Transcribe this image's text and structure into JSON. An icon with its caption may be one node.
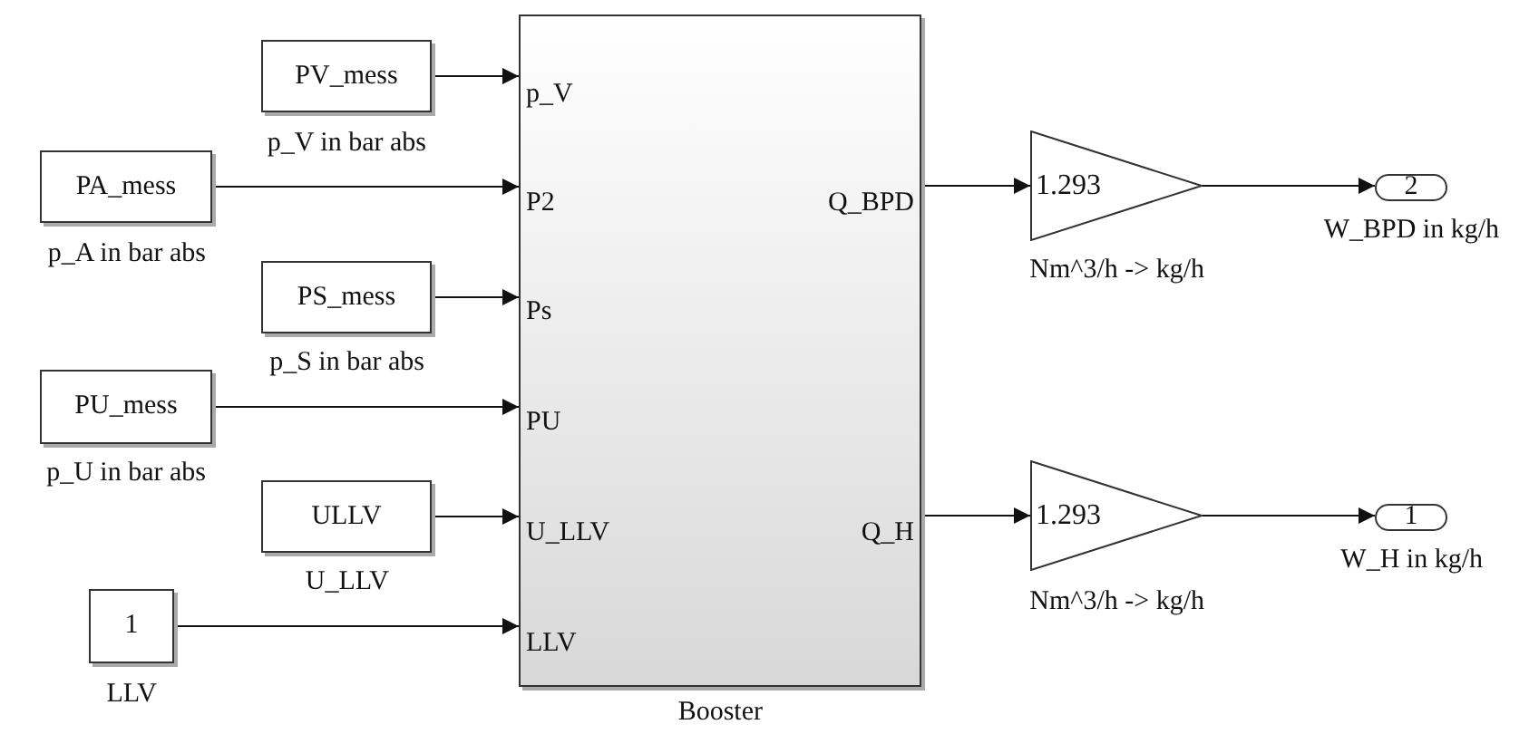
{
  "diagram": {
    "nodes": [
      {
        "text": [
          "PV_mess"
        ],
        "beside": [
          "p_V in bar abs"
        ]
      },
      {
        "text": [
          "PA_mess"
        ],
        "beside": [
          "p_A in bar abs"
        ]
      },
      {
        "text": [
          "PS_mess"
        ],
        "beside": [
          "p_S in bar abs"
        ]
      },
      {
        "text": [
          "PU_mess"
        ],
        "beside": [
          "p_U in bar abs"
        ]
      },
      {
        "text": [
          "ULLV"
        ],
        "beside": [
          "U_LLV"
        ]
      },
      {
        "text": [
          "1"
        ],
        "beside": [
          "LLV"
        ]
      },
      {
        "text": [
          "p_V",
          "P2",
          "Ps",
          "PU",
          "U_LLV",
          "LLV",
          "Q_BPD",
          "Q_H"
        ],
        "beside": [
          "Booster"
        ]
      },
      {
        "text": [
          "1.293"
        ],
        "beside": [
          "Nm^3/h -> kg/h"
        ]
      },
      {
        "text": [
          "1.293"
        ],
        "beside": [
          "Nm^3/h -> kg/h"
        ]
      },
      {
        "text": [
          "2"
        ],
        "beside": [
          "W_BPD in kg/h"
        ]
      },
      {
        "text": [
          "1"
        ],
        "beside": [
          "W_H in kg/h"
        ]
      }
    ],
    "edges": [
      {
        "from": 0,
        "to": 6,
        "arrow": "to"
      },
      {
        "from": 1,
        "to": 6,
        "arrow": "to"
      },
      {
        "from": 2,
        "to": 6,
        "arrow": "to"
      },
      {
        "from": 3,
        "to": 6,
        "arrow": "to"
      },
      {
        "from": 4,
        "to": 6,
        "arrow": "to"
      },
      {
        "from": 5,
        "to": 6,
        "arrow": "to"
      },
      {
        "from": 6,
        "to": 7,
        "arrow": "to"
      },
      {
        "from": 6,
        "to": 8,
        "arrow": "to"
      },
      {
        "from": 7,
        "to": 9,
        "arrow": "to"
      },
      {
        "from": 8,
        "to": 10,
        "arrow": "to"
      }
    ]
  }
}
